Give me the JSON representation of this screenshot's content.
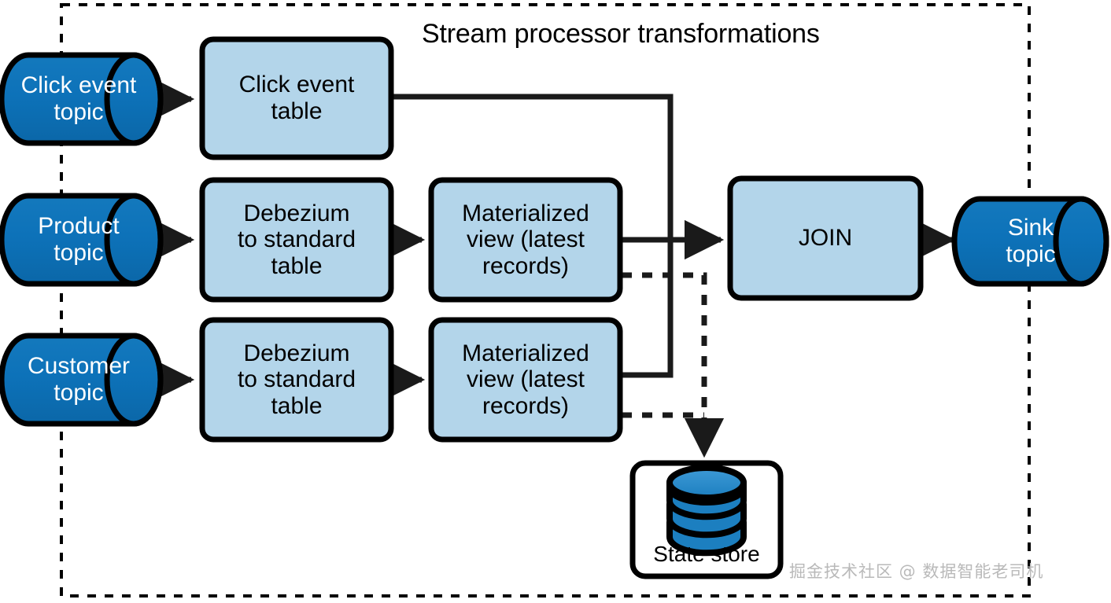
{
  "diagram": {
    "title": "Stream processor transformations",
    "boundary_name": "stream-processor-boundary",
    "colors": {
      "topic_fill": "#0d72b9",
      "topic_cap": "#4d9dd4",
      "process_fill": "#b3d5ea",
      "store_fill": "#ffffff",
      "stroke": "#000000",
      "connector": "#1a1a1a",
      "watermark": "#b9b9b9"
    },
    "source_topics": [
      {
        "id": "click-event-topic",
        "label": "Click event\ntopic"
      },
      {
        "id": "product-topic",
        "label": "Product\ntopic"
      },
      {
        "id": "customer-topic",
        "label": "Customer\ntopic"
      }
    ],
    "processors": [
      {
        "id": "click-event-table",
        "label": "Click event\ntable"
      },
      {
        "id": "debezium-to-standard-table-product",
        "label": "Debezium\nto standard\ntable"
      },
      {
        "id": "materialized-view-product",
        "label": "Materialized\nview (latest\nrecords)"
      },
      {
        "id": "debezium-to-standard-table-customer",
        "label": "Debezium\nto standard\ntable"
      },
      {
        "id": "materialized-view-customer",
        "label": "Materialized\nview (latest\nrecords)"
      },
      {
        "id": "join",
        "label": "JOIN"
      }
    ],
    "sink_topics": [
      {
        "id": "sink-topic",
        "label": "Sink\ntopic"
      }
    ],
    "state_store": {
      "id": "state-store",
      "label": "State store",
      "icon": "database-stack-icon",
      "icon_layers": 4
    },
    "watermark": "掘金技术社区 @ 数据智能老司机",
    "connectors": [
      {
        "name": "click-topic-to-click-table",
        "style": "solid",
        "arrow": true
      },
      {
        "name": "product-topic-to-debezium",
        "style": "solid",
        "arrow": true
      },
      {
        "name": "customer-topic-to-debezium",
        "style": "solid",
        "arrow": true
      },
      {
        "name": "debezium-product-to-materialized-view",
        "style": "solid",
        "arrow": true
      },
      {
        "name": "debezium-customer-to-materialized-view",
        "style": "solid",
        "arrow": true
      },
      {
        "name": "click-table-to-join",
        "style": "solid",
        "arrow": false
      },
      {
        "name": "materialized-view-product-to-join",
        "style": "solid",
        "arrow": true
      },
      {
        "name": "materialized-view-customer-to-join",
        "style": "solid",
        "arrow": false
      },
      {
        "name": "join-to-sink-topic",
        "style": "solid",
        "arrow": true
      },
      {
        "name": "materialized-view-product-to-state-store",
        "style": "dashed",
        "arrow": true
      },
      {
        "name": "materialized-view-customer-to-state-store",
        "style": "dashed",
        "arrow": true
      }
    ]
  }
}
